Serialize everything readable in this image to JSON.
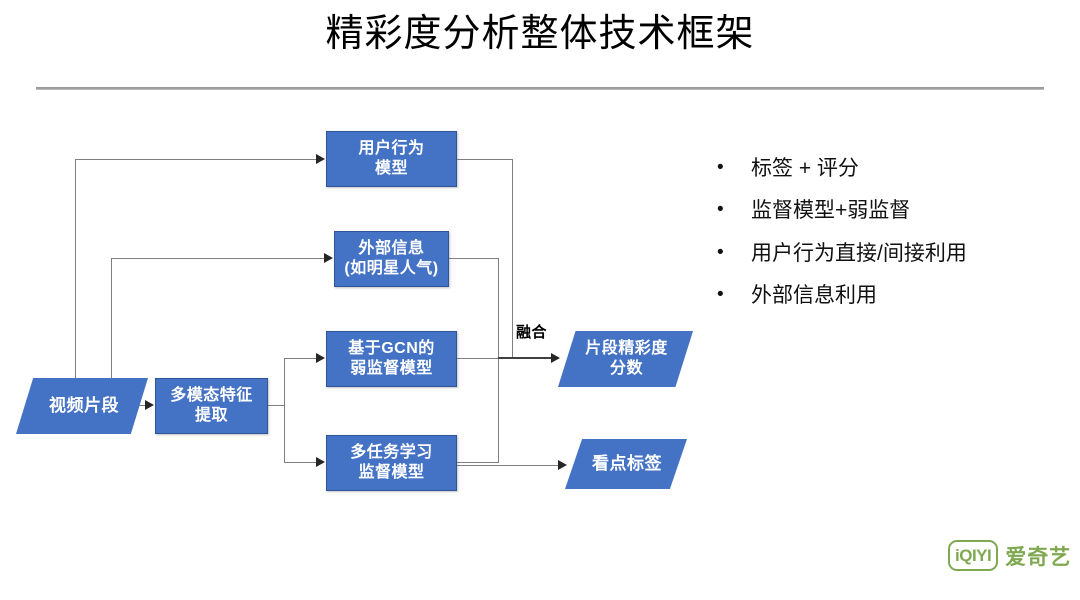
{
  "slide": {
    "title": "精彩度分析整体技术框架",
    "background_color": "#FFFFFF",
    "accent_color": "#4472C4",
    "node_border_color": "#2F5597",
    "connector_color": "#7F7F7F",
    "logo_color": "#7FA850"
  },
  "diagram": {
    "fusion_label": "融合",
    "nodes": {
      "video_clip": "视频片段",
      "feature_extract": "多模态特征\n提取",
      "user_behavior": "用户行为\n模型",
      "external_info": "外部信息\n(如明星人气)",
      "gcn_weak": "基于GCN的\n弱监督模型",
      "multitask": "多任务学习\n监督模型",
      "score": "片段精彩度\n分数",
      "highlight_tag": "看点标签"
    }
  },
  "bullets": {
    "marker": "•",
    "items": [
      "标签 + 评分",
      "监督模型+弱监督",
      "用户行为直接/间接利用",
      "外部信息利用"
    ]
  },
  "logo": {
    "mark": "iQIYI",
    "text": "爱奇艺"
  }
}
